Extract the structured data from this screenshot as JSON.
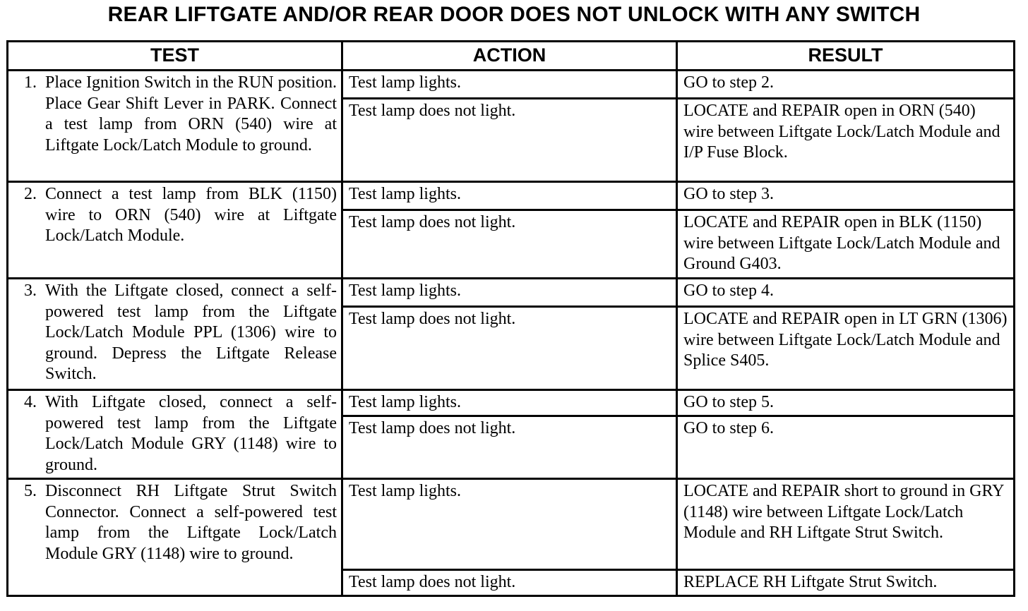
{
  "title": "REAR LIFTGATE AND/OR REAR DOOR DOES NOT UNLOCK WITH ANY SWITCH",
  "headers": {
    "test": "TEST",
    "action": "ACTION",
    "result": "RESULT"
  },
  "steps": [
    {
      "num": "1.",
      "test": "Place Ignition Switch in the RUN position. Place Gear Shift Lever in PARK. Connect a test lamp from ORN (540) wire at Liftgate Lock/Latch Module to ground.",
      "rows": [
        {
          "action": "Test lamp lights.",
          "result": "GO to step 2."
        },
        {
          "action": "Test lamp does not light.",
          "result": "LOCATE and REPAIR open in ORN (540) wire between Liftgate Lock/Latch Module and I/P Fuse Block."
        }
      ]
    },
    {
      "num": "2.",
      "test": "Connect a test lamp from BLK (1150) wire to ORN (540) wire at Liftgate Lock/Latch Module.",
      "rows": [
        {
          "action": "Test lamp lights.",
          "result": "GO to step 3."
        },
        {
          "action": "Test lamp does not light.",
          "result": "LOCATE and REPAIR open in BLK (1150) wire between Liftgate Lock/Latch Module and Ground G403."
        }
      ]
    },
    {
      "num": "3.",
      "test": "With the Liftgate closed, connect a self-powered test lamp from the Liftgate Lock/Latch Module PPL (1306) wire to ground. Depress the Liftgate Release Switch.",
      "rows": [
        {
          "action": "Test lamp lights.",
          "result": "GO to step 4."
        },
        {
          "action": "Test lamp does not light.",
          "result": "LOCATE and REPAIR open in LT GRN (1306) wire between Liftgate Lock/Latch Module and Splice S405."
        }
      ]
    },
    {
      "num": "4.",
      "test": "With Liftgate closed, connect a self-powered test lamp from the Liftgate Lock/Latch Module GRY (1148) wire to ground.",
      "rows": [
        {
          "action": "Test lamp lights.",
          "result": "GO to step 5."
        },
        {
          "action": "Test lamp does not light.",
          "result": "GO to step 6."
        }
      ]
    },
    {
      "num": "5.",
      "test": "Disconnect RH Liftgate Strut Switch Connector. Connect a self-powered test lamp from the Liftgate Lock/Latch Module GRY (1148) wire to ground.",
      "rows": [
        {
          "action": "Test lamp lights.",
          "result": "LOCATE and REPAIR short to ground in GRY (1148) wire between Liftgate Lock/Latch Module and RH Liftgate Strut Switch."
        },
        {
          "action": "Test lamp does not light.",
          "result": "REPLACE RH Liftgate Strut Switch."
        }
      ]
    }
  ]
}
